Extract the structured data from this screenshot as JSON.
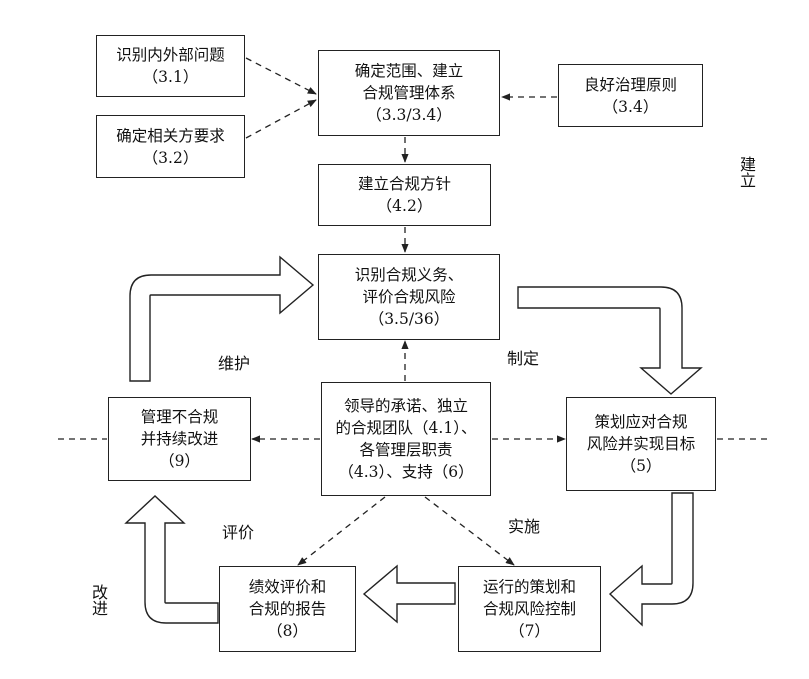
{
  "boxes": {
    "b31": {
      "line1": "识别内外部问题",
      "line2": "（3.1）"
    },
    "b32": {
      "line1": "确定相关方要求",
      "line2": "（3.2）"
    },
    "b33": {
      "line1": "确定范围、建立",
      "line2": "合规管理体系",
      "line3": "（3.3/3.4）"
    },
    "b34": {
      "line1": "良好治理原则",
      "line2": "（3.4）"
    },
    "b42": {
      "line1": "建立合规方针",
      "line2": "（4.2）"
    },
    "b35": {
      "line1": "识别合规义务、",
      "line2": "评价合规风险",
      "line3": "（3.5/36）"
    },
    "b4": {
      "line1": "领导的承诺、独立",
      "line2": "的合规团队（4.1）、",
      "line3": "各管理层职责",
      "line4": "（4.3）、支持（6）"
    },
    "b9": {
      "line1": "管理不合规",
      "line2": "并持续改进",
      "line3": "（9）"
    },
    "b5": {
      "line1": "策划应对合规",
      "line2": "风险并实现目标",
      "line3": "（5）"
    },
    "b8": {
      "line1": "绩效评价和",
      "line2": "合规的报告",
      "line3": "（8）"
    },
    "b7": {
      "line1": "运行的策划和",
      "line2": "合规风险控制",
      "line3": "（7）"
    }
  },
  "labels": {
    "maintain": "维护",
    "formulate": "制定",
    "evaluate": "评价",
    "implement": "实施",
    "improve": "改进",
    "establish": "建立"
  }
}
